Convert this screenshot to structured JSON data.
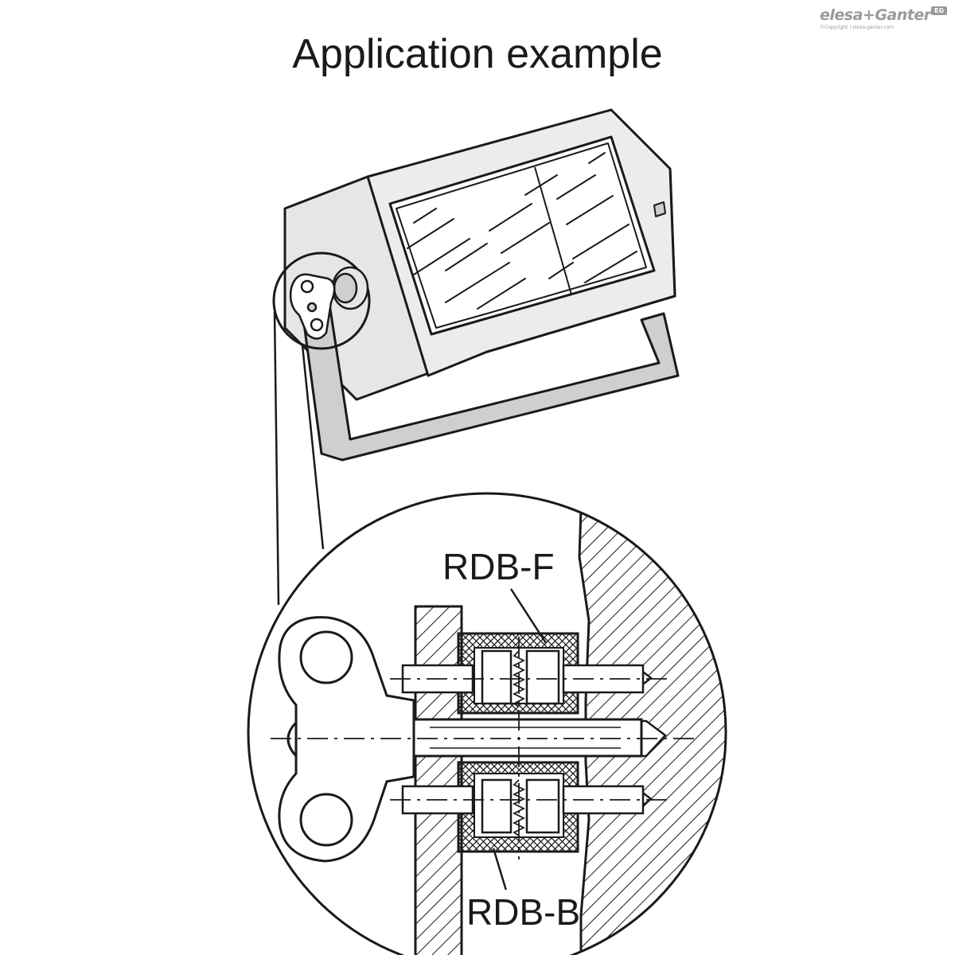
{
  "brand": {
    "name": "elesa+Ganter",
    "badge": "EG",
    "copyright": "©Copyright | elesa-ganter.com"
  },
  "title": "Application example",
  "labels": {
    "top": "RDB-F",
    "bottom": "RDB-B"
  },
  "colors": {
    "line": "#1a1a1a",
    "fill": "#e6e6e6",
    "fill_dark": "#cfcfcf",
    "logo": "#9a9a9a"
  }
}
